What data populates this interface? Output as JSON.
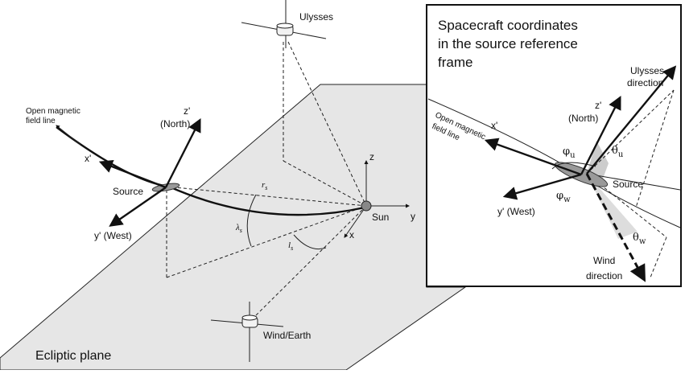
{
  "main": {
    "plane_label": "Ecliptic plane",
    "ulysses_label": "Ulysses",
    "wind_earth_label": "Wind/Earth",
    "sun_label": "Sun",
    "source_label": "Source",
    "open_field_label_1": "Open magnetic",
    "open_field_label_2": "field line",
    "x_prime": "x'",
    "z_prime": "z'",
    "north": "(North)",
    "y_prime_west": "y' (West)",
    "axis_z": "z",
    "axis_y": "y",
    "axis_x": "x",
    "r_s": "r",
    "lambda_s": "λ",
    "l_s": "l",
    "sub_s": "s"
  },
  "inset": {
    "title_line1": "Spacecraft coordinates",
    "title_line2": "in the source reference",
    "title_line3": "frame",
    "ulysses_dir_1": "Ulysses",
    "ulysses_dir_2": "direction",
    "x_prime": "x'",
    "z_prime": "z'",
    "north": "(North)",
    "open_field_1": "Open magnetic",
    "open_field_2": "field line",
    "phi_u": "φ",
    "theta_u": "θ",
    "sub_u": "u",
    "phi_w": "φ",
    "theta_w": "θ",
    "sub_w": "w",
    "source": "Source",
    "y_prime_west": "y' (West)",
    "wind_dir_1": "Wind",
    "wind_dir_2": "direction"
  }
}
